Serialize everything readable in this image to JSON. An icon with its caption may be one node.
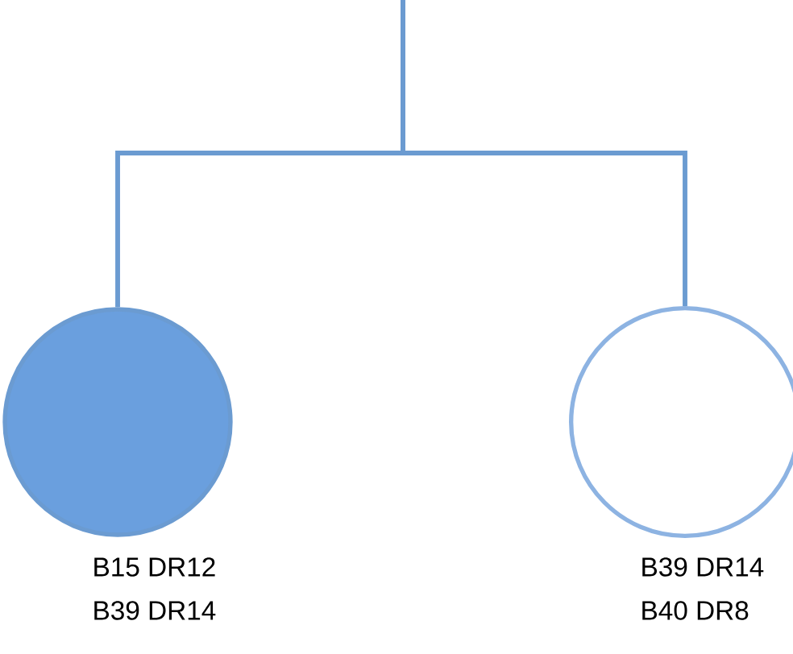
{
  "diagram": {
    "nodes": [
      {
        "text": [],
        "shape": "circle",
        "beside": [
          "B15 DR12",
          "B39 DR14"
        ]
      },
      {
        "text": [],
        "shape": "circle",
        "beside": [
          "B39 DR14",
          "B40 DR8"
        ]
      }
    ],
    "edges": [
      {
        "from": null,
        "to": 0,
        "arrow": "none"
      },
      {
        "from": null,
        "to": 1,
        "arrow": "none"
      }
    ]
  }
}
